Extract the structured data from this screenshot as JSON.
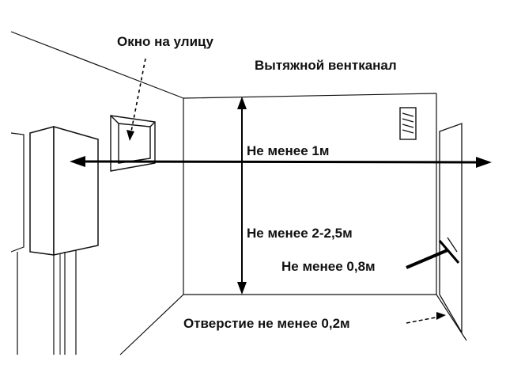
{
  "labels": {
    "window": "Окно на улицу",
    "vent": "Вытяжной вентканал",
    "width_min": "Не менее 1м",
    "height_min": "Не менее 2-2,5м",
    "door_min": "Не менее 0,8м",
    "opening_min": "Отверстие не менее 0,2м"
  },
  "colors": {
    "line": "#111111",
    "arrow": "#000000"
  }
}
